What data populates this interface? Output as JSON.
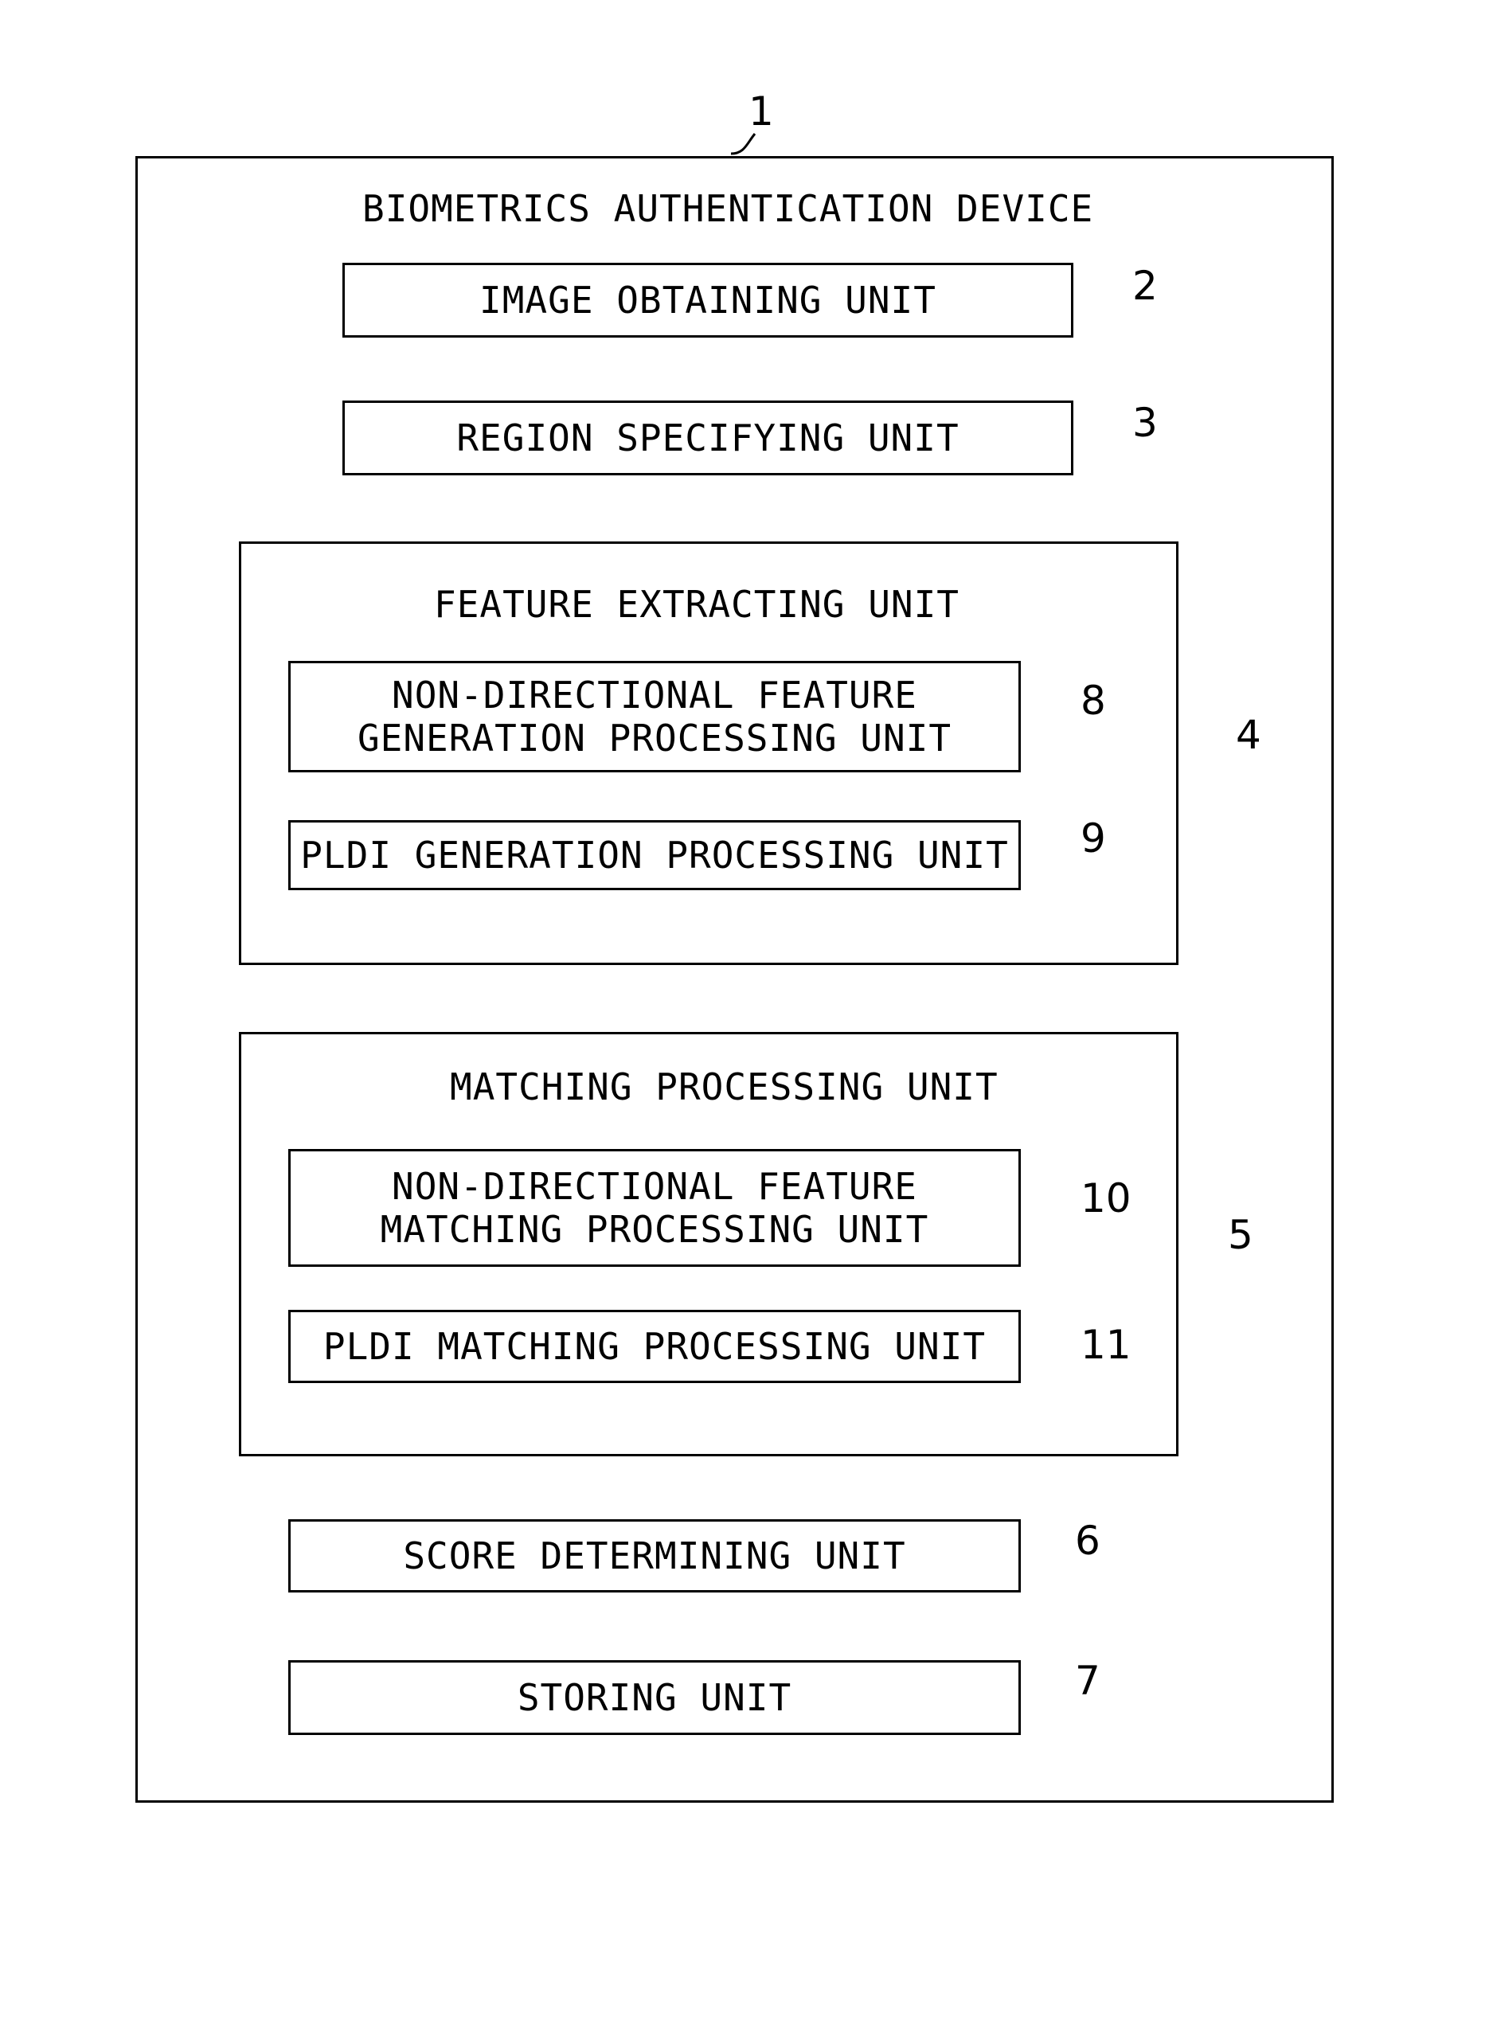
{
  "device": {
    "ref": "1",
    "title": "BIOMETRICS AUTHENTICATION DEVICE"
  },
  "units": {
    "image_obtaining": {
      "label": "IMAGE OBTAINING UNIT",
      "ref": "2"
    },
    "region_specifying": {
      "label": "REGION SPECIFYING UNIT",
      "ref": "3"
    },
    "feature_extracting": {
      "label": "FEATURE EXTRACTING UNIT",
      "ref": "4",
      "non_directional": {
        "line1": "NON-DIRECTIONAL FEATURE",
        "line2": "GENERATION PROCESSING UNIT",
        "ref": "8"
      },
      "pldi": {
        "label": "PLDI GENERATION PROCESSING UNIT",
        "ref": "9"
      }
    },
    "matching_processing": {
      "label": "MATCHING PROCESSING UNIT",
      "ref": "5",
      "non_directional": {
        "line1": "NON-DIRECTIONAL FEATURE",
        "line2": "MATCHING PROCESSING UNIT",
        "ref": "10"
      },
      "pldi": {
        "label": "PLDI MATCHING PROCESSING UNIT",
        "ref": "11"
      }
    },
    "score_determining": {
      "label": "SCORE DETERMINING UNIT",
      "ref": "6"
    },
    "storing": {
      "label": "STORING UNIT",
      "ref": "7"
    }
  }
}
